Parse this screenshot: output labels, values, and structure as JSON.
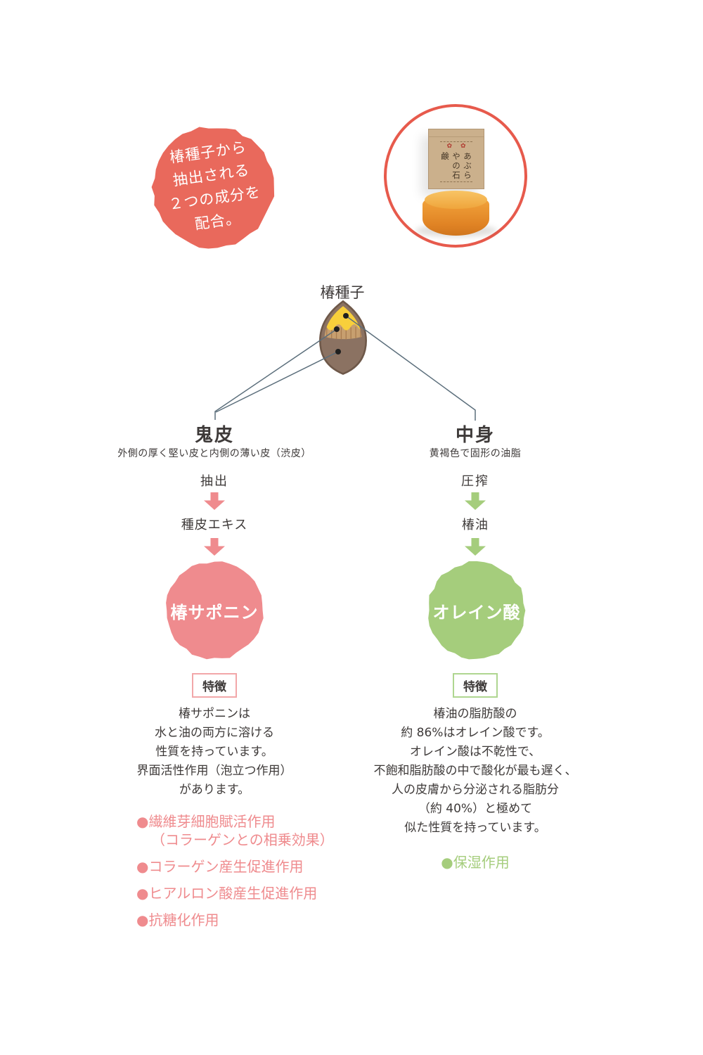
{
  "badge": {
    "lines": [
      "椿種子から",
      "抽出される",
      "２つの成分を",
      "配合。"
    ]
  },
  "product": {
    "box_label": "あぶらやの石鹸"
  },
  "seed": {
    "label": "椿種子"
  },
  "left": {
    "part": "鬼皮",
    "part_desc": "外側の厚く堅い皮と内側の薄い皮（渋皮）",
    "process": "抽出",
    "extract": "種皮エキス",
    "component": "椿サポニン",
    "feature_label": "特徴",
    "feature_lines": [
      "椿サポニンは",
      "水と油の両方に溶ける",
      "性質を持っています。",
      "界面活性作用（泡立つ作用）",
      "があります。"
    ],
    "benefits": [
      {
        "bullet": "●",
        "text": "繊維芽細胞賦活作用",
        "sub": "（コラーゲンとの相乗効果）"
      },
      {
        "bullet": "●",
        "text": "コラーゲン産生促進作用",
        "sub": ""
      },
      {
        "bullet": "●",
        "text": "ヒアルロン酸産生促進作用",
        "sub": ""
      },
      {
        "bullet": "●",
        "text": "抗糖化作用",
        "sub": ""
      }
    ]
  },
  "right": {
    "part": "中身",
    "part_desc": "黄褐色で固形の油脂",
    "process": "圧搾",
    "extract": "椿油",
    "component": "オレイン酸",
    "feature_label": "特徴",
    "feature_lines": [
      "椿油の脂肪酸の",
      "約 86%はオレイン酸です。",
      "オレイン酸は不乾性で、",
      "不飽和脂肪酸の中で酸化が最も遅く、",
      "人の皮膚から分泌される脂肪分",
      "（約 40%）と極めて",
      "似た性質を持っています。"
    ],
    "benefits": [
      {
        "bullet": "●",
        "text": "保湿作用",
        "sub": ""
      }
    ]
  },
  "colors": {
    "coral": "#E9695C",
    "ring": "#E75A4C",
    "pink": "#EF8B8E",
    "green": "#A5CD7C",
    "dark": "#3E3A39",
    "line": "#5B6E7B",
    "pinkBorder": "#F2A7A9",
    "greenBorder": "#AFD690",
    "seedBrown": "#8B7262",
    "seedOutline": "#6E5849",
    "seedTan": "#C79F6F",
    "seedYellow": "#F8CF3B"
  }
}
